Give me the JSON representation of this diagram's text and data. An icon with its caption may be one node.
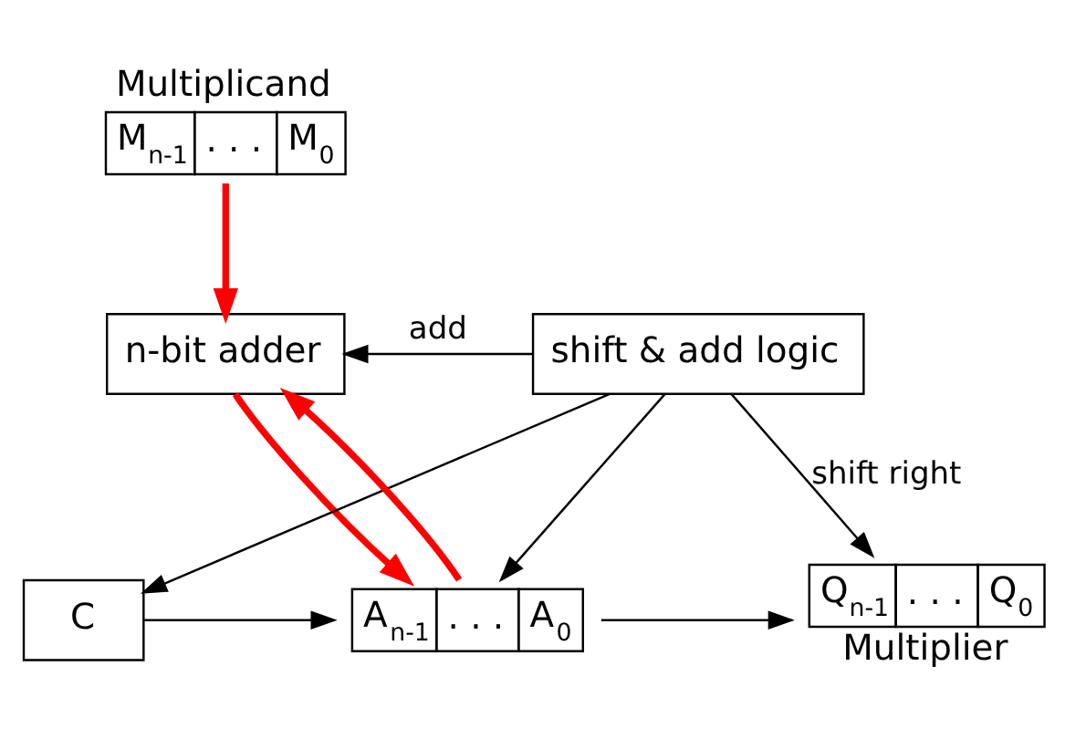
{
  "diagram": {
    "nodes": [
      {
        "text": [
          "Multiplicand",
          "M$_{n-1}$",
          ". . .",
          "M$_{0}$"
        ]
      },
      {
        "text": [
          "n-bit adder"
        ]
      },
      {
        "text": [
          "shift & add logic"
        ]
      },
      {
        "text": [
          "C"
        ]
      },
      {
        "text": [
          "A$_{n-1}$",
          ". . .",
          "A$_{0}$"
        ]
      },
      {
        "text": [
          "Q$_{n-1}$",
          ". . .",
          "Q$_{0}$",
          "Multiplier"
        ]
      }
    ],
    "edges": [
      {
        "from": 0,
        "to": 1,
        "arrow": "to",
        "style": "thick",
        "color": "#ff0000"
      },
      {
        "from": 2,
        "to": 1,
        "arrow": "to",
        "label": "add"
      },
      {
        "from": 1,
        "to": 4,
        "arrow": "to",
        "style": "thick",
        "color": "#ff0000"
      },
      {
        "from": 4,
        "to": 1,
        "arrow": "to",
        "style": "thick",
        "color": "#ff0000"
      },
      {
        "from": 2,
        "to": 3,
        "arrow": "to"
      },
      {
        "from": 2,
        "to": 4,
        "arrow": "to"
      },
      {
        "from": 2,
        "to": 5,
        "arrow": "to",
        "label": "shift right"
      },
      {
        "from": 3,
        "to": 4,
        "arrow": "to"
      },
      {
        "from": 4,
        "to": 5,
        "arrow": "to"
      }
    ]
  }
}
